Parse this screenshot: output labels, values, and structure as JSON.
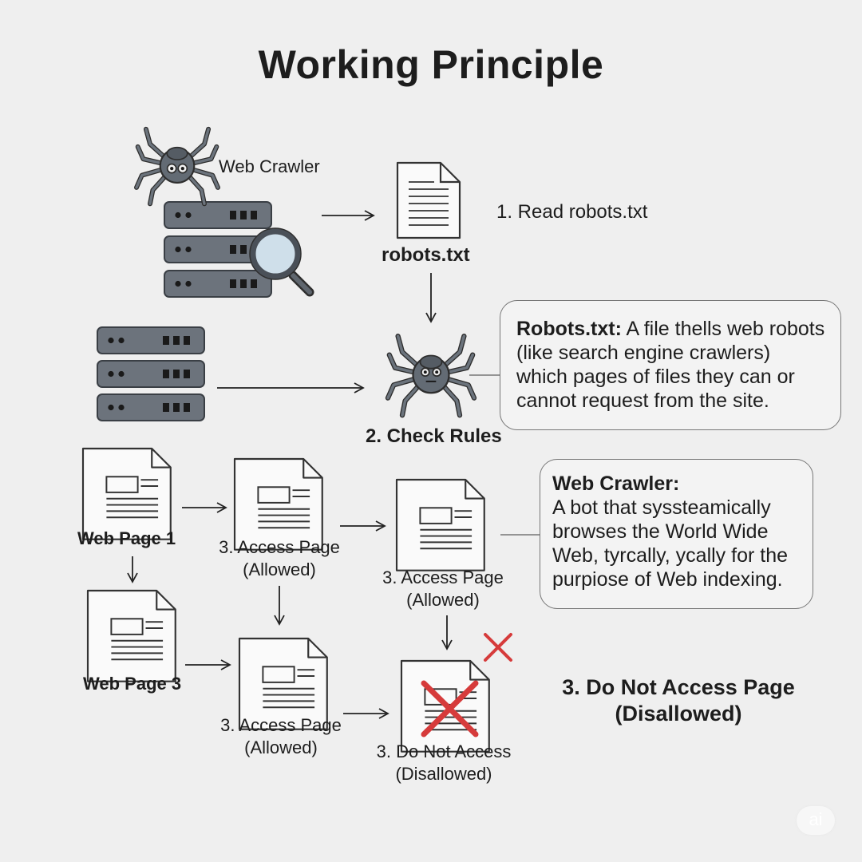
{
  "title": "Working Principle",
  "labels": {
    "web_crawler": "Web Crawler",
    "robots_file": "robots.txt",
    "step1": "1. Read robots.txt",
    "step2": "2. Check Rules",
    "web_page_1": "Web Page 1",
    "web_page_3": "Web Page 3",
    "access_a": [
      "3. Access Page",
      "(Allowed)"
    ],
    "access_b": [
      "3. Access Page",
      "(Allowed)"
    ],
    "access_c": [
      "3. Access Page",
      "(Allowed)"
    ],
    "no_access": [
      "3. Do Not Access",
      "(Disallowed)"
    ],
    "no_access_page": [
      "3. Do Not Access Page",
      "(Disallowed)"
    ]
  },
  "callouts": {
    "robots": {
      "heading": "Robots.txt:",
      "lines": [
        "A file thells web robots",
        "(like search engine crawlers)",
        "which pages of files they can or",
        "cannot request from the site."
      ]
    },
    "crawler": {
      "heading": "Web Crawler:",
      "lines": [
        "A bot that syssteamically",
        "browses the World Wide",
        "Web, tyrcally, ycally for the",
        "purpiose of Web indexing."
      ]
    }
  },
  "icons": [
    "spider-icon",
    "server-stack-icon",
    "magnifier-icon",
    "document-icon",
    "arrow-icon",
    "cross-icon"
  ],
  "colors": {
    "server": "#6c737c",
    "spider": "#636b74",
    "outline": "#333333",
    "cross": "#d63b3b",
    "lens": "#cfdfea"
  },
  "watermark": "ai"
}
